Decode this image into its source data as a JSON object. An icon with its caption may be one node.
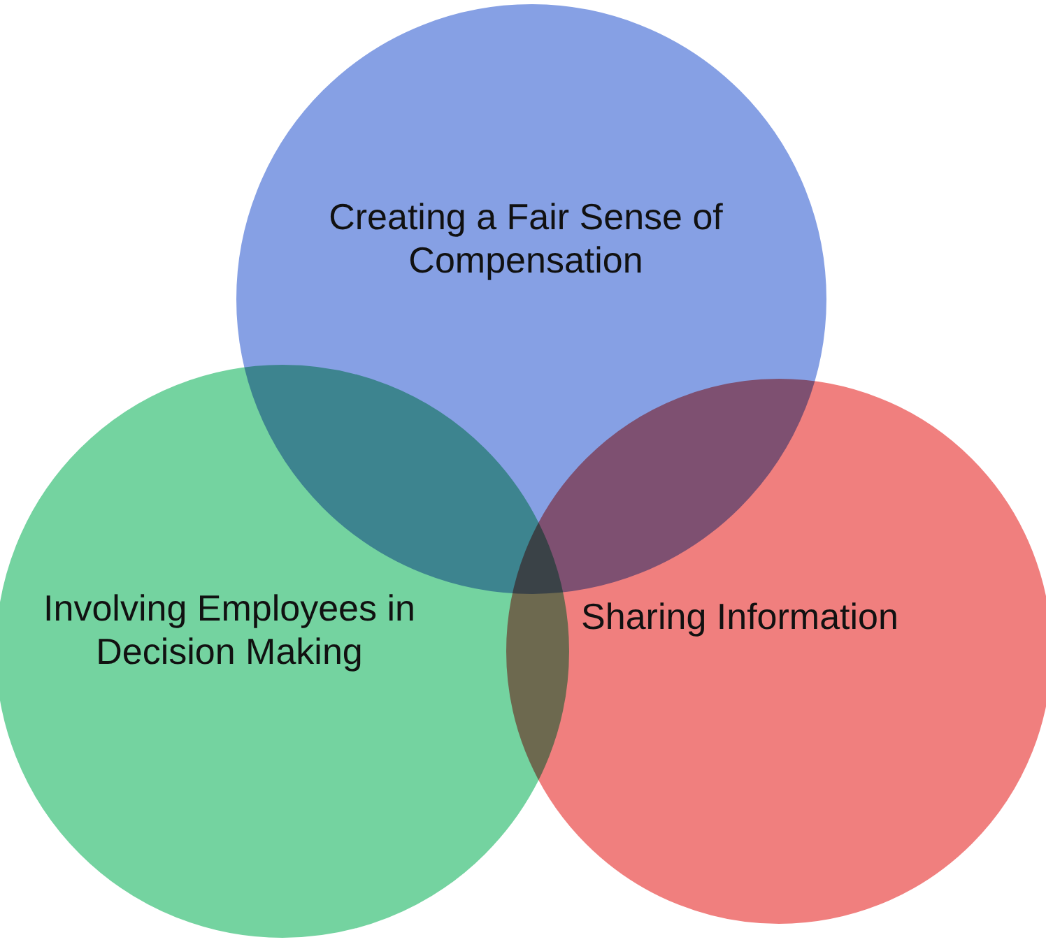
{
  "diagram": {
    "nodes": [
      {
        "text": [
          "Creating a Fair Sense of Compensation"
        ]
      },
      {
        "text": [
          "Involving Employees in Decision Making"
        ]
      },
      {
        "text": [
          "Sharing Information"
        ]
      }
    ]
  }
}
